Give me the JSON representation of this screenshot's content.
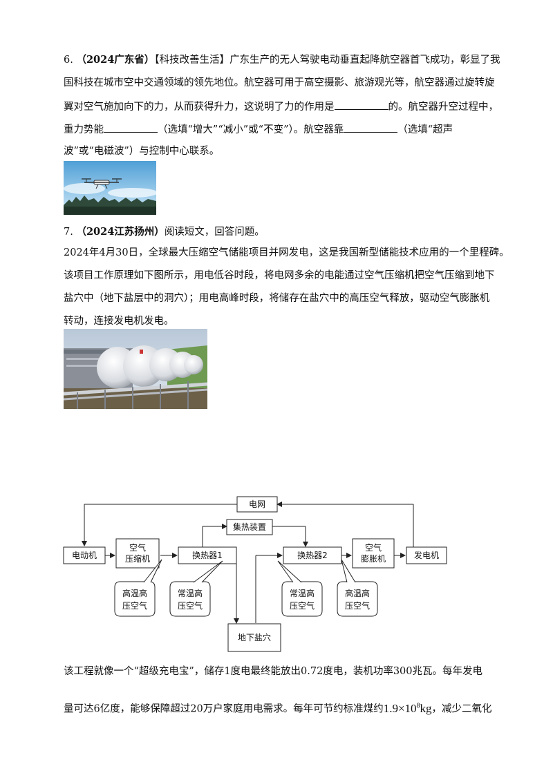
{
  "q6": {
    "number": "6.",
    "source": "（2024广东省）",
    "topic": "【科技改善生活】",
    "line1": "广东生产的无人驾驶电动垂直起降航空器首飞成功，彰显了我",
    "line2": "国科技在城市空中交通领域的领先地位。航空器可用于高空摄影、旅游观光等，航空器通过旋转旋",
    "line3a": "翼对空气施加向下的力，从而获得升力，这说明了力的作用是",
    "line3b": "的。航空器升空过程中，",
    "line4a": "重力势能",
    "line4b": "（选填“增大”“减小”或“不变”）。航空器靠",
    "line4c": "（选填“超声",
    "line5": "波”或“电磁波”）与控制中心联系。"
  },
  "q7": {
    "number": "7.",
    "source": "（2024江苏扬州）",
    "intro": "阅读短文，回答问题。",
    "p1": "2024年4月30日，全球最大压缩空气储能项目并网发电，这是我国新型储能技术应用的一个里程碑。",
    "p2": "该项目工作原理如下图所示，用电低谷时段，将电网多余的电能通过空气压缩机把空气压缩到地下",
    "p3": "盐穴中（地下盐层中的洞穴）；用电高峰时段，将储存在盐穴中的高压空气释放，驱动空气膨胀机",
    "p4": "转动，连接发电机发电。",
    "p5": "该工程就像一个“超级充电宝”，储存1度电最终能放出0.72度电，装机功率300兆瓦。每年发电",
    "p6a": "量可达6亿度，能够保障超过20万户家庭用电需求。每年可节约标准煤约",
    "p6b": "，减少二氧化",
    "formula_base": "1.9×10",
    "formula_exp": "8",
    "formula_unit": "kg"
  },
  "diagram": {
    "grid": "电网",
    "collector": "集热装置",
    "motor": "电动机",
    "compressor_l1": "空气",
    "compressor_l2": "压缩机",
    "hx1": "换热器1",
    "hx2": "换热器2",
    "expander_l1": "空气",
    "expander_l2": "膨胀机",
    "generator": "发电机",
    "cave": "地下盐穴",
    "callout1_l1": "高温高",
    "callout1_l2": "压空气",
    "callout2_l1": "常温高",
    "callout2_l2": "压空气",
    "callout3_l1": "常温高",
    "callout3_l2": "压空气",
    "callout4_l1": "高温高",
    "callout4_l2": "压空气"
  }
}
